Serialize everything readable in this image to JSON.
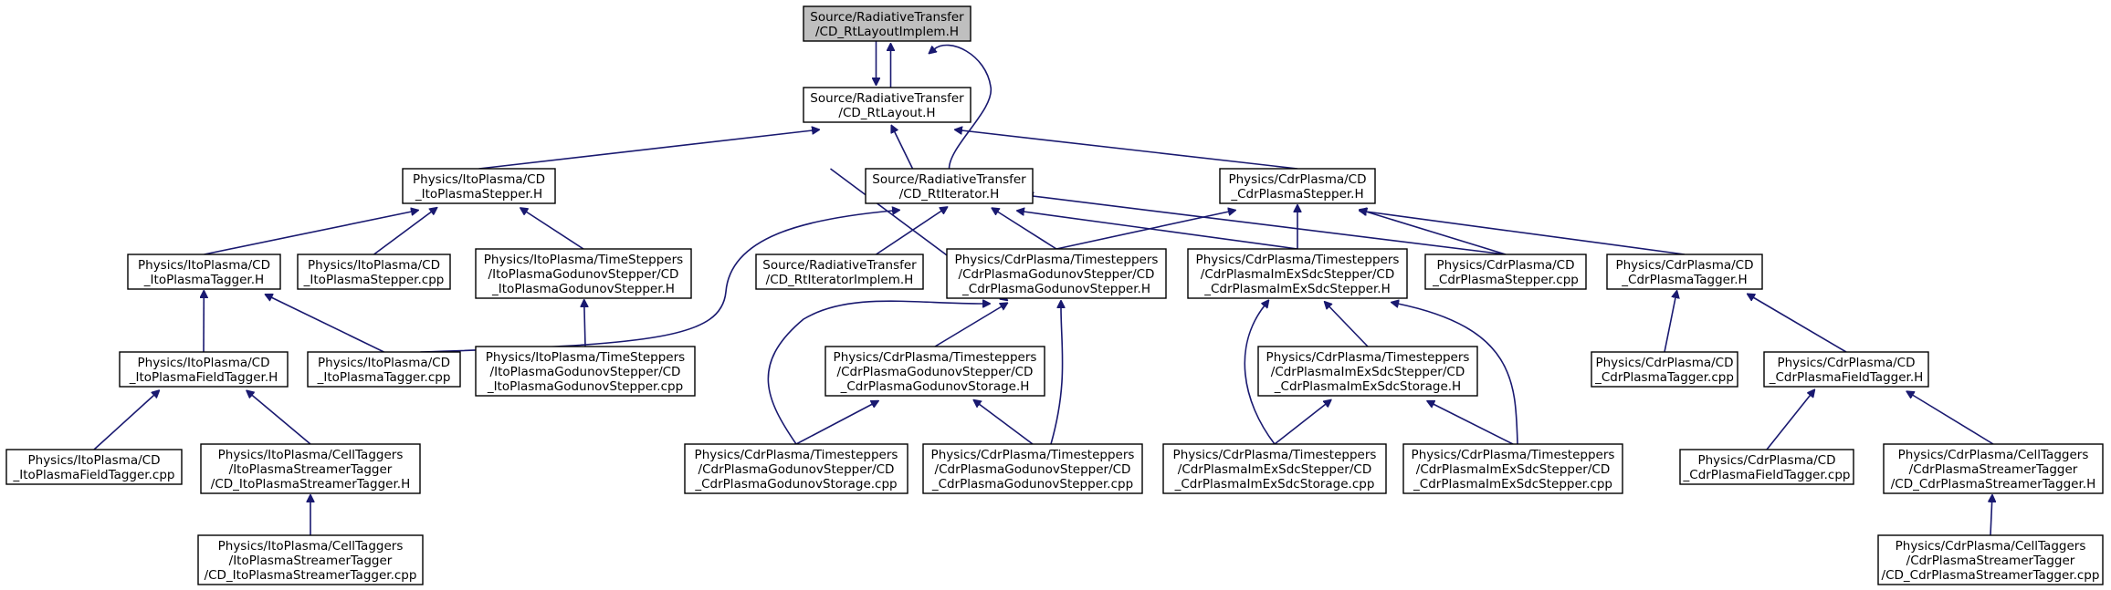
{
  "graph": {
    "edge_color": "#191970",
    "root_fill": "#bfbfbf",
    "nodes": [
      {
        "id": "rtlayoutimplem",
        "lines": [
          "Source/RadiativeTransfer",
          "/CD_RtLayoutImplem.H"
        ],
        "root": true
      },
      {
        "id": "rtlayout",
        "lines": [
          "Source/RadiativeTransfer",
          "/CD_RtLayout.H"
        ]
      },
      {
        "id": "itostepper_h",
        "lines": [
          "Physics/ItoPlasma/CD",
          "_ItoPlasmaStepper.H"
        ]
      },
      {
        "id": "rtiterator",
        "lines": [
          "Source/RadiativeTransfer",
          "/CD_RtIterator.H"
        ]
      },
      {
        "id": "cdrstepper_h",
        "lines": [
          "Physics/CdrPlasma/CD",
          "_CdrPlasmaStepper.H"
        ]
      },
      {
        "id": "itotagger_h",
        "lines": [
          "Physics/ItoPlasma/CD",
          "_ItoPlasmaTagger.H"
        ]
      },
      {
        "id": "itostepper_cpp",
        "lines": [
          "Physics/ItoPlasma/CD",
          "_ItoPlasmaStepper.cpp"
        ]
      },
      {
        "id": "itogodunov_h",
        "lines": [
          "Physics/ItoPlasma/TimeSteppers",
          "/ItoPlasmaGodunovStepper/CD",
          "_ItoPlasmaGodunovStepper.H"
        ]
      },
      {
        "id": "rtiteratorimplem",
        "lines": [
          "Source/RadiativeTransfer",
          "/CD_RtIteratorImplem.H"
        ]
      },
      {
        "id": "cdrgodunov_h",
        "lines": [
          "Physics/CdrPlasma/Timesteppers",
          "/CdrPlasmaGodunovStepper/CD",
          "_CdrPlasmaGodunovStepper.H"
        ]
      },
      {
        "id": "cdrimex_h",
        "lines": [
          "Physics/CdrPlasma/Timesteppers",
          "/CdrPlasmaImExSdcStepper/CD",
          "_CdrPlasmaImExSdcStepper.H"
        ]
      },
      {
        "id": "cdrstepper_cpp",
        "lines": [
          "Physics/CdrPlasma/CD",
          "_CdrPlasmaStepper.cpp"
        ]
      },
      {
        "id": "cdrtagger_h",
        "lines": [
          "Physics/CdrPlasma/CD",
          "_CdrPlasmaTagger.H"
        ]
      },
      {
        "id": "itofieldtagger_h",
        "lines": [
          "Physics/ItoPlasma/CD",
          "_ItoPlasmaFieldTagger.H"
        ]
      },
      {
        "id": "itotagger_cpp",
        "lines": [
          "Physics/ItoPlasma/CD",
          "_ItoPlasmaTagger.cpp"
        ]
      },
      {
        "id": "itogodunov_cpp",
        "lines": [
          "Physics/ItoPlasma/TimeSteppers",
          "/ItoPlasmaGodunovStepper/CD",
          "_ItoPlasmaGodunovStepper.cpp"
        ]
      },
      {
        "id": "cdrgodunovstorage_h",
        "lines": [
          "Physics/CdrPlasma/Timesteppers",
          "/CdrPlasmaGodunovStepper/CD",
          "_CdrPlasmaGodunovStorage.H"
        ]
      },
      {
        "id": "cdrimexstorage_h",
        "lines": [
          "Physics/CdrPlasma/Timesteppers",
          "/CdrPlasmaImExSdcStepper/CD",
          "_CdrPlasmaImExSdcStorage.H"
        ]
      },
      {
        "id": "cdrtagger_cpp",
        "lines": [
          "Physics/CdrPlasma/CD",
          "_CdrPlasmaTagger.cpp"
        ]
      },
      {
        "id": "cdrfieldtagger_h",
        "lines": [
          "Physics/CdrPlasma/CD",
          "_CdrPlasmaFieldTagger.H"
        ]
      },
      {
        "id": "itofieldtagger_cpp",
        "lines": [
          "Physics/ItoPlasma/CD",
          "_ItoPlasmaFieldTagger.cpp"
        ]
      },
      {
        "id": "itostreamer_h",
        "lines": [
          "Physics/ItoPlasma/CellTaggers",
          "/ItoPlasmaStreamerTagger",
          "/CD_ItoPlasmaStreamerTagger.H"
        ]
      },
      {
        "id": "cdrgodunovstorage_cpp",
        "lines": [
          "Physics/CdrPlasma/Timesteppers",
          "/CdrPlasmaGodunovStepper/CD",
          "_CdrPlasmaGodunovStorage.cpp"
        ]
      },
      {
        "id": "cdrgodunov_cpp",
        "lines": [
          "Physics/CdrPlasma/Timesteppers",
          "/CdrPlasmaGodunovStepper/CD",
          "_CdrPlasmaGodunovStepper.cpp"
        ]
      },
      {
        "id": "cdrimexstorage_cpp",
        "lines": [
          "Physics/CdrPlasma/Timesteppers",
          "/CdrPlasmaImExSdcStepper/CD",
          "_CdrPlasmaImExSdcStorage.cpp"
        ]
      },
      {
        "id": "cdrimex_cpp",
        "lines": [
          "Physics/CdrPlasma/Timesteppers",
          "/CdrPlasmaImExSdcStepper/CD",
          "_CdrPlasmaImExSdcStepper.cpp"
        ]
      },
      {
        "id": "cdrfieldtagger_cpp",
        "lines": [
          "Physics/CdrPlasma/CD",
          "_CdrPlasmaFieldTagger.cpp"
        ]
      },
      {
        "id": "cdrstreamer_h",
        "lines": [
          "Physics/CdrPlasma/CellTaggers",
          "/CdrPlasmaStreamerTagger",
          "/CD_CdrPlasmaStreamerTagger.H"
        ]
      },
      {
        "id": "itostreamer_cpp",
        "lines": [
          "Physics/ItoPlasma/CellTaggers",
          "/ItoPlasmaStreamerTagger",
          "/CD_ItoPlasmaStreamerTagger.cpp"
        ]
      },
      {
        "id": "cdrstreamer_cpp",
        "lines": [
          "Physics/CdrPlasma/CellTaggers",
          "/CdrPlasmaStreamerTagger",
          "/CD_CdrPlasmaStreamerTagger.cpp"
        ]
      }
    ],
    "edges": [
      {
        "from": "rtlayoutimplem",
        "to": "rtlayout"
      },
      {
        "from": "rtlayout",
        "to": "rtlayoutimplem"
      },
      {
        "from": "rtlayoutimplem",
        "to": "rtiterator"
      },
      {
        "from": "rtlayout",
        "to": "itostepper_h"
      },
      {
        "from": "rtlayout",
        "to": "rtiterator"
      },
      {
        "from": "rtlayout",
        "to": "cdrstepper_h"
      },
      {
        "from": "itostepper_h",
        "to": "itotagger_h"
      },
      {
        "from": "itostepper_h",
        "to": "itostepper_cpp"
      },
      {
        "from": "itostepper_h",
        "to": "itogodunov_h"
      },
      {
        "from": "rtiterator",
        "to": "itotagger_cpp"
      },
      {
        "from": "rtiterator",
        "to": "rtiteratorimplem"
      },
      {
        "from": "rtiteratorimplem",
        "to": "rtiterator"
      },
      {
        "from": "rtiterator",
        "to": "cdrgodunov_h"
      },
      {
        "from": "rtiterator",
        "to": "cdrimex_h"
      },
      {
        "from": "rtiterator",
        "to": "cdrstepper_cpp"
      },
      {
        "from": "cdrstepper_h",
        "to": "cdrgodunov_h"
      },
      {
        "from": "cdrstepper_h",
        "to": "cdrimex_h"
      },
      {
        "from": "cdrstepper_h",
        "to": "cdrstepper_cpp"
      },
      {
        "from": "cdrstepper_h",
        "to": "cdrtagger_h"
      },
      {
        "from": "itotagger_h",
        "to": "itofieldtagger_h"
      },
      {
        "from": "itotagger_h",
        "to": "itotagger_cpp"
      },
      {
        "from": "itogodunov_h",
        "to": "itogodunov_cpp"
      },
      {
        "from": "itofieldtagger_h",
        "to": "itofieldtagger_cpp"
      },
      {
        "from": "itofieldtagger_h",
        "to": "itostreamer_h"
      },
      {
        "from": "itostreamer_h",
        "to": "itostreamer_cpp"
      },
      {
        "from": "cdrgodunov_h",
        "to": "cdrgodunovstorage_h"
      },
      {
        "from": "cdrgodunov_h",
        "to": "cdrgodunovstorage_cpp"
      },
      {
        "from": "cdrgodunov_h",
        "to": "cdrgodunov_cpp"
      },
      {
        "from": "cdrgodunovstorage_h",
        "to": "cdrgodunovstorage_cpp"
      },
      {
        "from": "cdrgodunovstorage_h",
        "to": "cdrgodunov_cpp"
      },
      {
        "from": "cdrimex_h",
        "to": "cdrimexstorage_h"
      },
      {
        "from": "cdrimex_h",
        "to": "cdrimexstorage_cpp"
      },
      {
        "from": "cdrimex_h",
        "to": "cdrimex_cpp"
      },
      {
        "from": "cdrimexstorage_h",
        "to": "cdrimexstorage_cpp"
      },
      {
        "from": "cdrimexstorage_h",
        "to": "cdrimex_cpp"
      },
      {
        "from": "cdrtagger_h",
        "to": "cdrtagger_cpp"
      },
      {
        "from": "cdrtagger_h",
        "to": "cdrfieldtagger_h"
      },
      {
        "from": "cdrfieldtagger_h",
        "to": "cdrfieldtagger_cpp"
      },
      {
        "from": "cdrfieldtagger_h",
        "to": "cdrstreamer_h"
      },
      {
        "from": "cdrstreamer_h",
        "to": "cdrstreamer_cpp"
      }
    ]
  }
}
